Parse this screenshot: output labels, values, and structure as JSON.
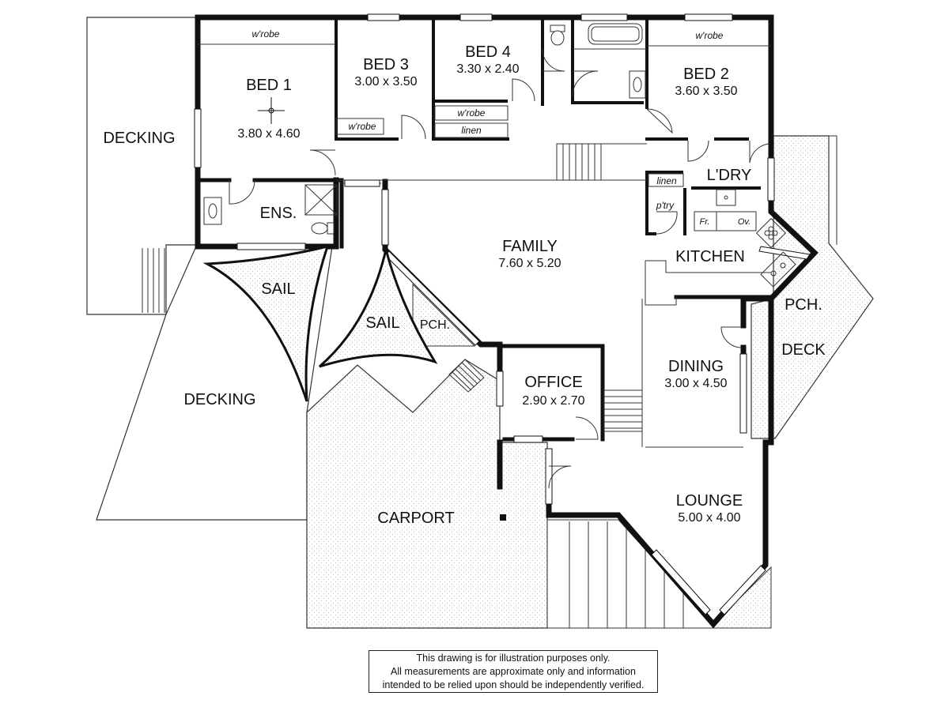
{
  "rooms": {
    "bed1": {
      "name": "BED 1",
      "dim": "3.80 x 4.60"
    },
    "bed2": {
      "name": "BED 2",
      "dim": "3.60 x 3.50"
    },
    "bed3": {
      "name": "BED 3",
      "dim": "3.00 x 3.50"
    },
    "bed4": {
      "name": "BED 4",
      "dim": "3.30 x 2.40"
    },
    "family": {
      "name": "FAMILY",
      "dim": "7.60 x 5.20"
    },
    "office": {
      "name": "OFFICE",
      "dim": "2.90 x 2.70"
    },
    "dining": {
      "name": "DINING",
      "dim": "3.00 x 4.50"
    },
    "lounge": {
      "name": "LOUNGE",
      "dim": "5.00 x 4.00"
    },
    "kitchen": {
      "name": "KITCHEN"
    },
    "laundry": {
      "name": "L'DRY"
    },
    "ensuite": {
      "name": "ENS."
    },
    "carport": {
      "name": "CARPORT"
    }
  },
  "outdoor": {
    "decking_north": "DECKING",
    "decking_west": "DECKING",
    "deck_east": "DECK",
    "sail_left": "SAIL",
    "sail_center": "SAIL",
    "porch_center": "PCH.",
    "porch_east": "PCH."
  },
  "fixtures": {
    "wrobe_bed1": "w'robe",
    "wrobe_bed2": "w'robe",
    "wrobe_bed3": "w'robe",
    "wrobe_bed4": "w'robe",
    "linen_hall": "linen",
    "linen_kitchen": "linen",
    "pantry": "p'try",
    "fridge": "Fr.",
    "oven": "Ov."
  },
  "disclaimer": {
    "line1": "This drawing is for illustration purposes only.",
    "line2": "All measurements are approximate only and information",
    "line3": "intended to be relied upon should be independently verified."
  }
}
